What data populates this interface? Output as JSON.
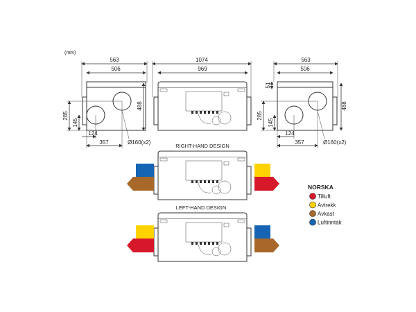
{
  "units_label": "(mm)",
  "side_view_left": {
    "width_outer": "563",
    "width_inner": "506",
    "height": "488",
    "duct_height_upper": "285",
    "duct_height_lower": "145",
    "duct_offset_near": "124",
    "duct_offset_far": "357",
    "duct_diameter": "Ø160(x2)"
  },
  "front_view": {
    "length_outer": "1074",
    "length_inner": "969"
  },
  "side_view_right": {
    "width_outer": "563",
    "width_inner": "506",
    "top_offset": "51",
    "height": "488",
    "duct_height_upper": "285",
    "duct_height_lower": "145",
    "duct_offset_near": "124",
    "duct_offset_far": "357",
    "duct_diameter": "Ø160(x2)"
  },
  "right_hand_design": {
    "title": "RIGHT-HAND DESIGN",
    "left_upper": "blue",
    "left_lower": "brown",
    "right_upper": "yellow",
    "right_lower": "red"
  },
  "left_hand_design": {
    "title": "LEFT-HAND DESIGN",
    "left_upper": "yellow",
    "left_lower": "red",
    "right_upper": "blue",
    "right_lower": "brown"
  },
  "legend": {
    "title": "NORSKA",
    "items": [
      {
        "label": "Tilluft",
        "color": "#d7182a"
      },
      {
        "label": "Avtrekk",
        "color": "#ffd200"
      },
      {
        "label": "Avkast",
        "color": "#a8682a"
      },
      {
        "label": "Luftinntak",
        "color": "#1565b4"
      }
    ]
  },
  "colors": {
    "blue": "#1565b4",
    "yellow": "#ffd200",
    "red": "#d7182a",
    "brown": "#a8682a"
  }
}
